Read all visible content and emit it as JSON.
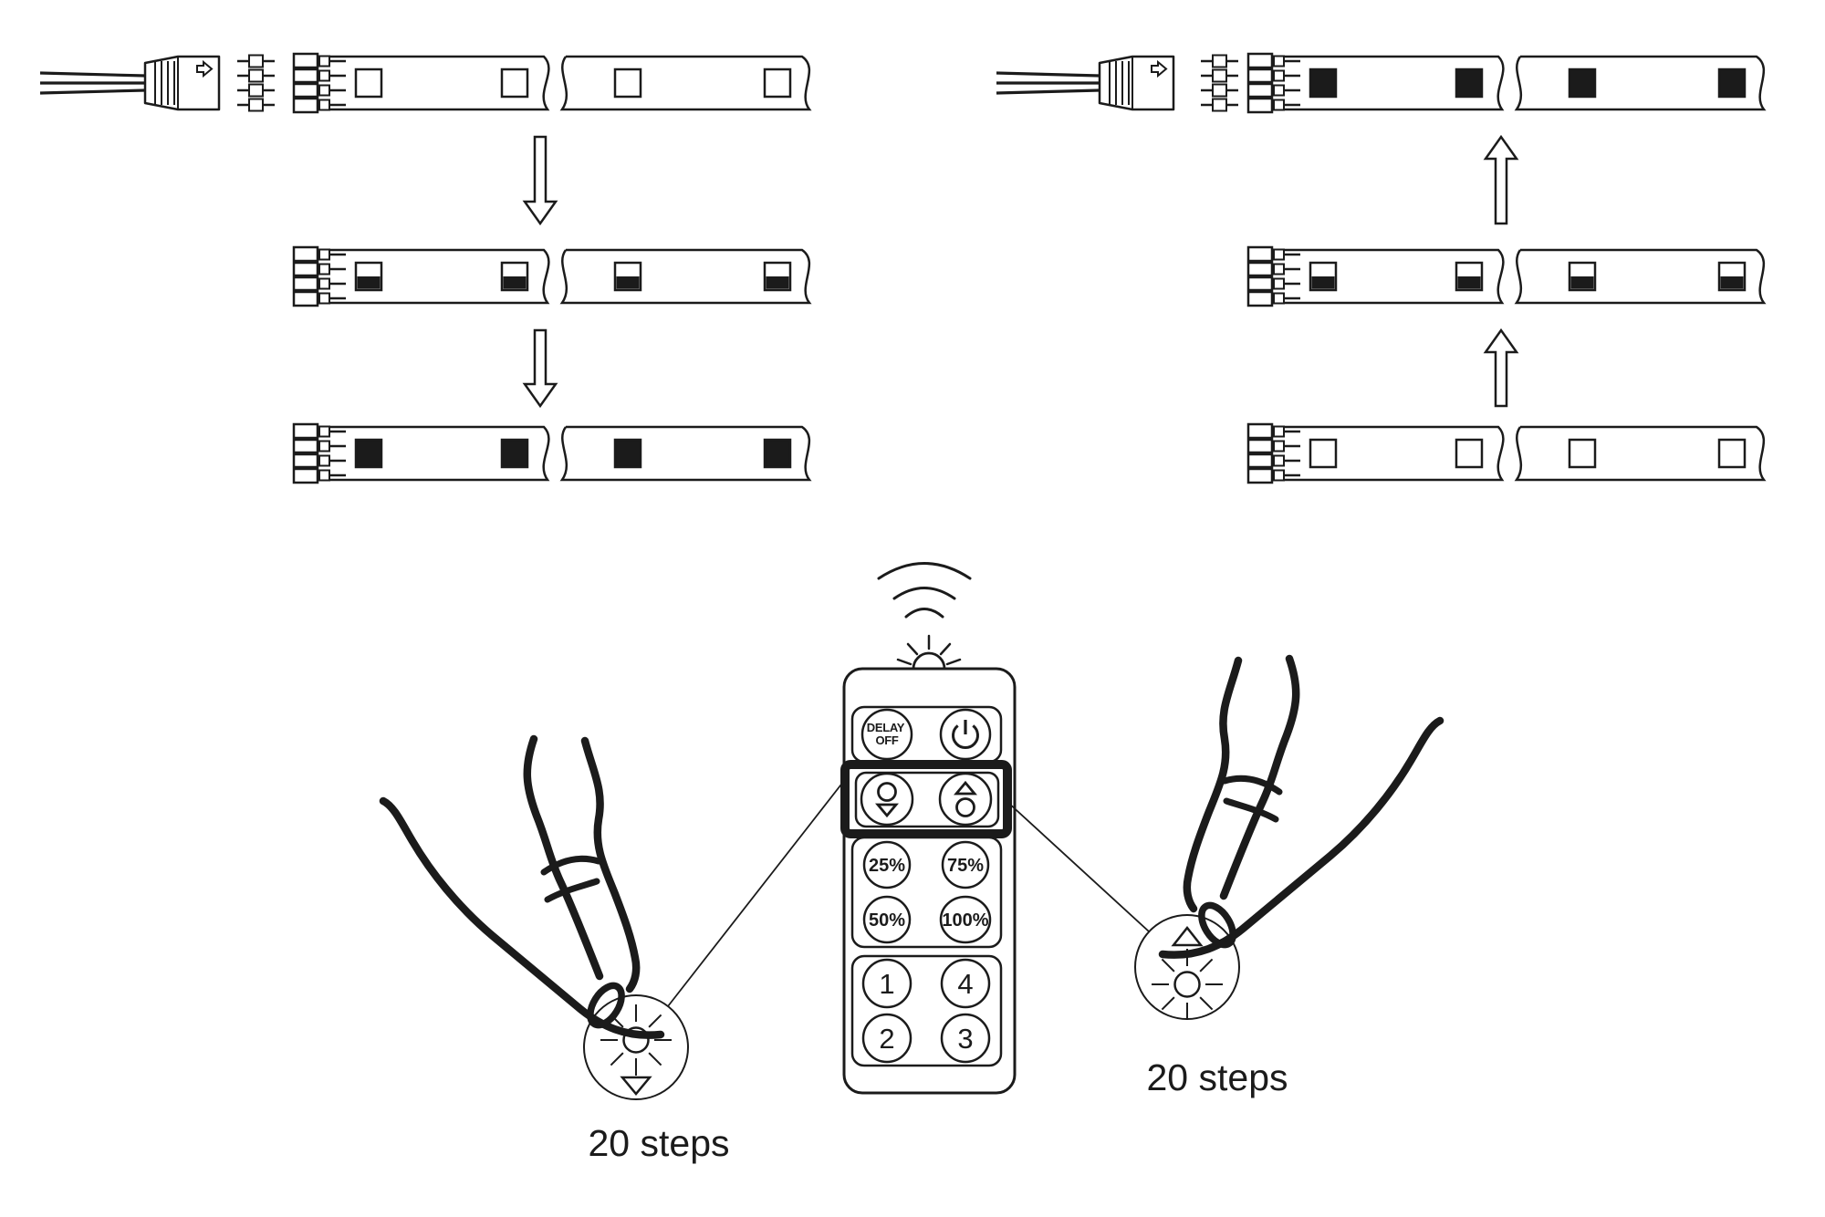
{
  "colors": {
    "ink": "#1b1b1b",
    "background": "#ffffff",
    "led_on": "#1b1b1b"
  },
  "strip_diagram": {
    "left_column": {
      "arrow_direction": "down",
      "rows": [
        {
          "has_power_connector": true,
          "led_state": "off"
        },
        {
          "has_power_connector": false,
          "led_state": "half"
        },
        {
          "has_power_connector": false,
          "led_state": "on"
        }
      ]
    },
    "right_column": {
      "arrow_direction": "up",
      "rows": [
        {
          "has_power_connector": true,
          "led_state": "on"
        },
        {
          "has_power_connector": false,
          "led_state": "half"
        },
        {
          "has_power_connector": false,
          "led_state": "off"
        }
      ]
    }
  },
  "remote": {
    "signal_icon": "wireless-signal-waves",
    "indicator_icon": "led-indicator",
    "delay_button": {
      "line1": "DELAY",
      "line2": "OFF"
    },
    "power_button": {
      "icon": "power-icon"
    },
    "dim_down_button": {
      "icon": "brightness-down-icon"
    },
    "dim_up_button": {
      "icon": "brightness-up-icon"
    },
    "percent_buttons": [
      {
        "label": "25%"
      },
      {
        "label": "75%"
      },
      {
        "label": "50%"
      },
      {
        "label": "100%"
      }
    ],
    "digit_buttons": [
      {
        "label": "1"
      },
      {
        "label": "4"
      },
      {
        "label": "2"
      },
      {
        "label": "3"
      }
    ]
  },
  "magnifiers": {
    "left": {
      "label": "20 steps",
      "icon": "brightness-down-sun-icon"
    },
    "right": {
      "label": "20 steps",
      "icon": "brightness-up-sun-icon"
    }
  }
}
